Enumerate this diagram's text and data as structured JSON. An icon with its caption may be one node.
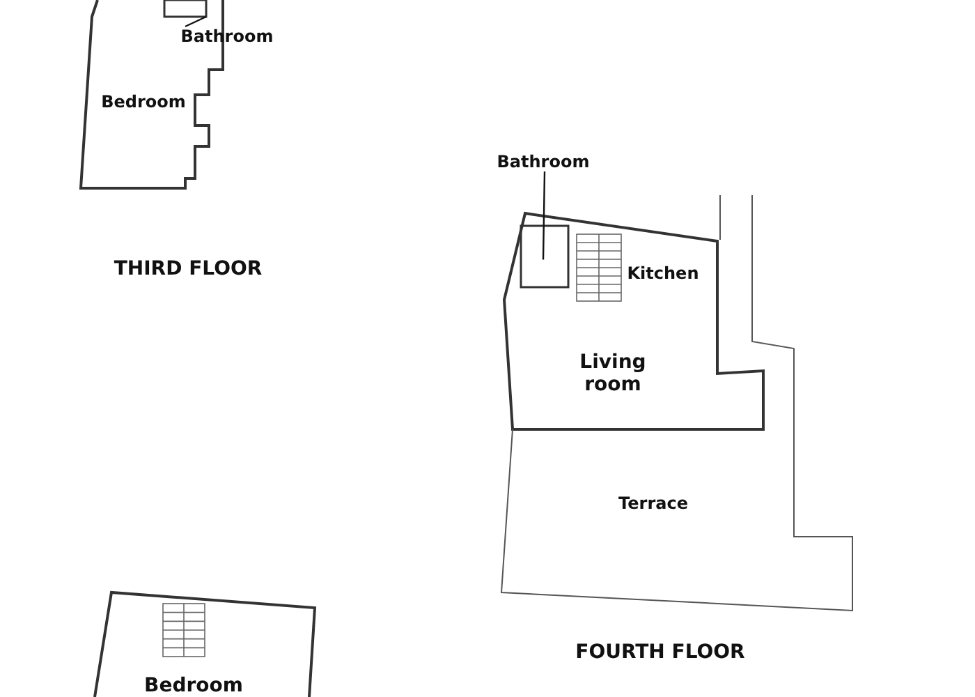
{
  "diagram": {
    "nodes": [
      {
        "text": [
          "Bathroom"
        ]
      },
      {
        "text": [],
        "shape": "box"
      },
      {
        "text": [
          "Bathroom"
        ]
      },
      {
        "text": [],
        "shape": "box"
      }
    ],
    "edges": [
      {
        "from": 0,
        "to": 1,
        "arrow": "none"
      },
      {
        "from": 2,
        "to": 3,
        "arrow": "none"
      }
    ],
    "labels": [
      "Bedroom",
      "THIRD FLOOR",
      "Kitchen",
      "Living room",
      "Terrace",
      "FOURTH FLOOR",
      "Bedroom"
    ]
  }
}
